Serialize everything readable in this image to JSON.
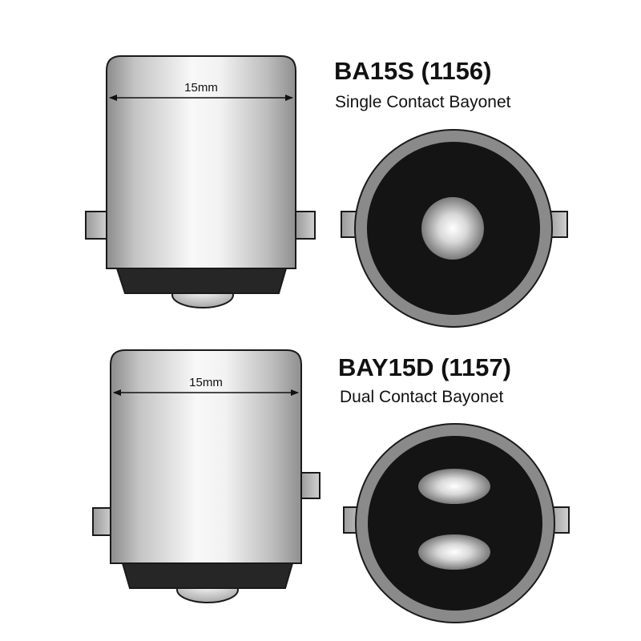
{
  "bulbs": [
    {
      "title": "BA15S (1156)",
      "subtitle": "Single Contact Bayonet",
      "dimension": "15mm"
    },
    {
      "title": "BAY15D (1157)",
      "subtitle": "Dual Contact Bayonet",
      "dimension": "15mm"
    }
  ],
  "colors": {
    "body_light": "#f7f7f7",
    "body_dark": "#9a9a9a",
    "outline": "#1a1a1a",
    "base": "#262626",
    "ring": "#8a8a8a",
    "face": "#141414"
  }
}
